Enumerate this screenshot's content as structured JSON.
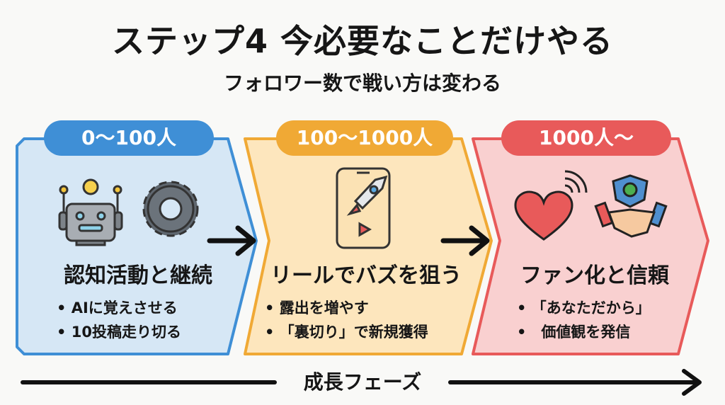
{
  "title": "ステップ4 今必要なことだけやる",
  "subtitle": "フォロワー数で戦い方は変わる",
  "colors": {
    "blue": "#3f8fd6",
    "blue_fill": "#d6e7f5",
    "orange": "#f0a935",
    "orange_fill": "#fde6bd",
    "red": "#e85a5a",
    "red_fill": "#f9d0d0"
  },
  "stages": [
    {
      "range": "0〜100人",
      "heading": "認知活動と継続",
      "bullets": [
        "• AIに覚えさせる",
        "• 10投稿走り切る"
      ],
      "icons": [
        "robot-lightbulb-icon",
        "gear-icon"
      ]
    },
    {
      "range": "100〜1000人",
      "heading": "リールでバズを狙う",
      "bullets": [
        "• 露出を増やす",
        "• 「裏切り」で新規獲得"
      ],
      "icons": [
        "smartphone-rocket-icon"
      ]
    },
    {
      "range": "1000人〜",
      "heading": "ファン化と信頼",
      "bullets": [
        "• 「あなただから」",
        "•　価値観を発信"
      ],
      "icons": [
        "heart-signal-icon",
        "handshake-shield-icon"
      ]
    }
  ],
  "footer": {
    "label": "成長フェーズ"
  }
}
